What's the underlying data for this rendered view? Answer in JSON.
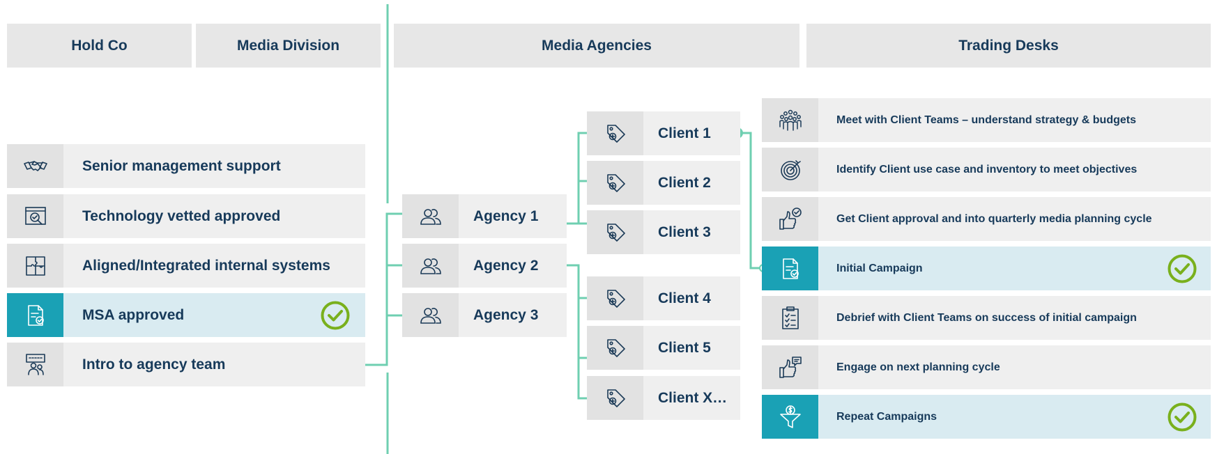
{
  "headers": {
    "hold_co": "Hold Co",
    "media_division": "Media Division",
    "media_agencies": "Media Agencies",
    "trading_desks": "Trading Desks"
  },
  "hold_items": [
    {
      "label": "Senior management support",
      "icon": "handshake-icon"
    },
    {
      "label": "Technology vetted approved",
      "icon": "tech-vetted-icon"
    },
    {
      "label": "Aligned/Integrated internal systems",
      "icon": "puzzle-icon"
    },
    {
      "label": "MSA approved",
      "icon": "document-check-icon",
      "highlighted": true,
      "checked": true
    },
    {
      "label": "Intro to agency team",
      "icon": "presentation-icon"
    }
  ],
  "agencies": [
    {
      "label": "Agency 1",
      "icon": "people-icon"
    },
    {
      "label": "Agency 2",
      "icon": "people-icon"
    },
    {
      "label": "Agency 3",
      "icon": "people-icon"
    }
  ],
  "clients": [
    {
      "label": "Client 1",
      "icon": "tag-icon"
    },
    {
      "label": "Client 2",
      "icon": "tag-icon"
    },
    {
      "label": "Client 3",
      "icon": "tag-icon"
    },
    {
      "label": "Client 4",
      "icon": "tag-icon"
    },
    {
      "label": "Client 5",
      "icon": "tag-icon"
    },
    {
      "label": "Client X…",
      "icon": "tag-icon"
    }
  ],
  "trading_items": [
    {
      "label": "Meet with Client Teams – understand strategy & budgets",
      "icon": "team-icon"
    },
    {
      "label": "Identify Client use case and inventory to meet objectives",
      "icon": "target-icon"
    },
    {
      "label": "Get Client approval and into quarterly media planning cycle",
      "icon": "thumbs-up-check-icon"
    },
    {
      "label": "Initial Campaign",
      "icon": "document-check-icon",
      "highlighted": true,
      "checked": true
    },
    {
      "label": "Debrief with Client Teams on success of initial campaign",
      "icon": "checklist-icon"
    },
    {
      "label": "Engage on next planning cycle",
      "icon": "thumbs-up-chat-icon"
    },
    {
      "label": "Repeat Campaigns",
      "icon": "funnel-dollar-icon",
      "highlighted": true,
      "checked": true
    }
  ],
  "colors": {
    "connector": "#6fcfb1",
    "accent_teal": "#1aa1b5",
    "highlight_row": "#d9ebf1",
    "check_green": "#79b01c",
    "text": "#173a5a"
  }
}
